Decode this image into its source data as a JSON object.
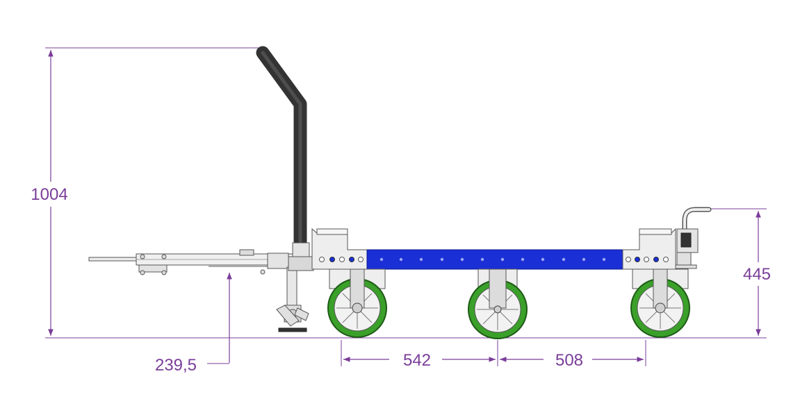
{
  "dimensions": {
    "height_total": "1004",
    "height_coupling": "445",
    "drawbar_height": "239,5",
    "wheelbase_front": "542",
    "wheelbase_rear": "508"
  },
  "colors": {
    "dimension_line": "#7a3d99",
    "frame_blue": "#1a2fd6",
    "wheel_green": "#3aa02a",
    "handle_dark": "#3a3a3a",
    "metal_light": "#e6e6e6",
    "outline": "#555555"
  }
}
